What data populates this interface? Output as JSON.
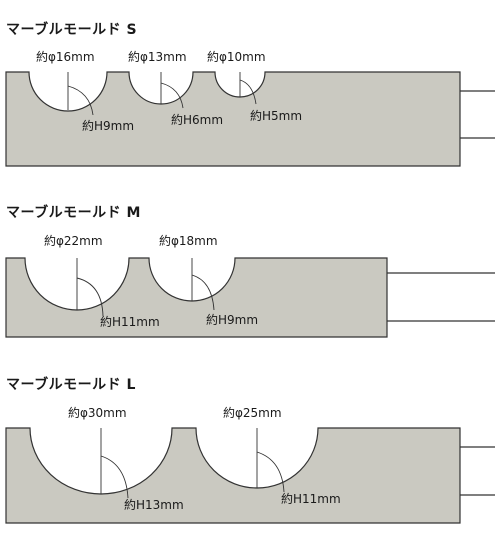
{
  "sections": [
    {
      "title": "マーブルモールド S",
      "cavities": [
        {
          "diameter_label": "約φ16mm",
          "height_label": "約H9mm",
          "diameter_mm": 16,
          "height_mm": 9
        },
        {
          "diameter_label": "約φ13mm",
          "height_label": "約H6mm",
          "diameter_mm": 13,
          "height_mm": 6
        },
        {
          "diameter_label": "約φ10mm",
          "height_label": "約H5mm",
          "diameter_mm": 10,
          "height_mm": 5
        }
      ]
    },
    {
      "title": "マーブルモールド M",
      "cavities": [
        {
          "diameter_label": "約φ22mm",
          "height_label": "約H11mm",
          "diameter_mm": 22,
          "height_mm": 11
        },
        {
          "diameter_label": "約φ18mm",
          "height_label": "約H9mm",
          "diameter_mm": 18,
          "height_mm": 9
        }
      ]
    },
    {
      "title": "マーブルモールド L",
      "cavities": [
        {
          "diameter_label": "約φ30mm",
          "height_label": "約H13mm",
          "diameter_mm": 30,
          "height_mm": 13
        },
        {
          "diameter_label": "約φ25mm",
          "height_label": "約H11mm",
          "diameter_mm": 25,
          "height_mm": 11
        }
      ]
    }
  ],
  "colors": {
    "mold": "#cac9c1",
    "outline": "#333333",
    "cavity": "#ffffff"
  }
}
